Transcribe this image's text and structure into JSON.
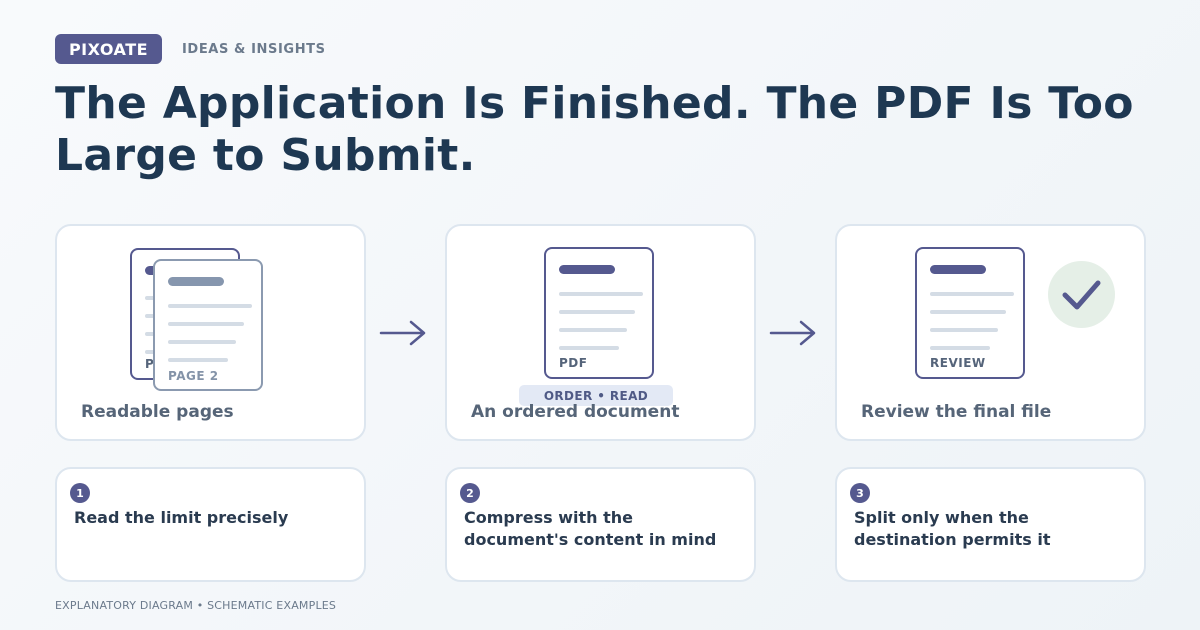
{
  "header": {
    "brand": "PIXOATE",
    "kicker": "IDEAS & INSIGHTS",
    "title": "The Application Is Finished. The PDF Is Too Large to Submit."
  },
  "stages": [
    {
      "caption": "Readable pages",
      "doc_labels": [
        "P",
        "PAGE 2"
      ]
    },
    {
      "caption": "An ordered document",
      "doc_label": "PDF",
      "pill": "ORDER • READ"
    },
    {
      "caption": "Review the final file",
      "doc_label": "REVIEW",
      "badge_icon": "checkmark-icon"
    }
  ],
  "steps": [
    {
      "number": "1",
      "text": "Read the limit precisely"
    },
    {
      "number": "2",
      "text": "Compress with the document's content in mind"
    },
    {
      "number": "3",
      "text": "Split only when the destination permits it"
    }
  ],
  "footer": "EXPLANATORY DIAGRAM • SCHEMATIC EXAMPLES",
  "colors": {
    "accent": "#55598f",
    "title": "#1e3852",
    "check_bg": "#e5efe7"
  }
}
